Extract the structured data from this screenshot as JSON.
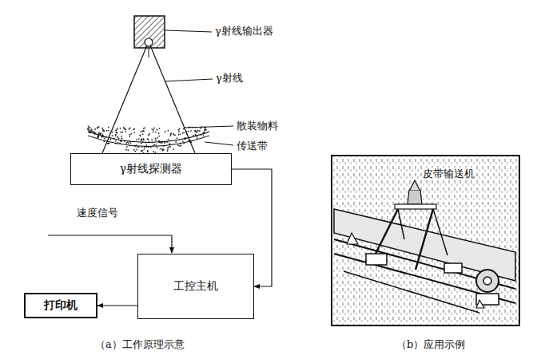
{
  "diagram": {
    "nodes": [
      {
        "text": [
          "γ射线探测器"
        ]
      },
      {
        "text": [
          "工控主机"
        ]
      },
      {
        "text": [
          "打印机"
        ]
      }
    ],
    "edges": [
      {
        "from": 0,
        "to": 1,
        "arrow": "to"
      },
      {
        "from": 1,
        "to": 2,
        "arrow": "to"
      }
    ],
    "labels": [
      "γ射线输出器",
      "γ射线",
      "散装物料",
      "传送带",
      "速度信号",
      "皮带输送机",
      "（a）工作原理示意",
      "（b）应用示例"
    ]
  }
}
